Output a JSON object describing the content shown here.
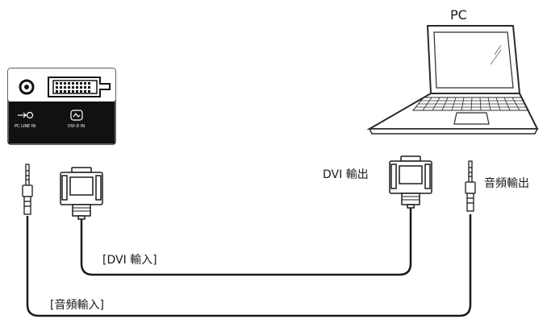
{
  "pc_label": "PC",
  "panel": {
    "pc_line_in_label": "PC LINE IN",
    "dvi_d_in_label": "DVI-D IN"
  },
  "labels": {
    "dvi_out": "DVI 輸出",
    "audio_out": "音頻輸出",
    "dvi_in": "[DVI 輸入]",
    "audio_in": "[音頻輸入]"
  },
  "colors": {
    "cable": "#1a1a1a",
    "panel_bg": "#111111",
    "outline": "#2a2a2a"
  }
}
